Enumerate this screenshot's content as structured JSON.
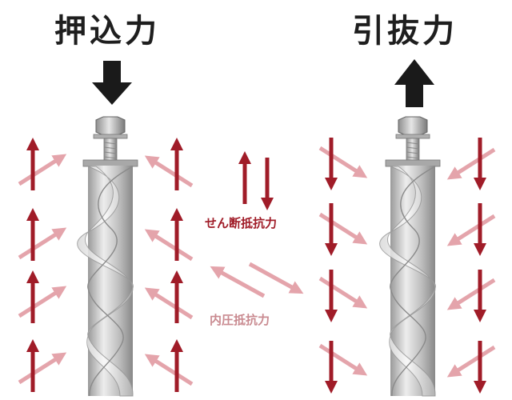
{
  "titles": {
    "push": "押込力",
    "pull": "引抜力"
  },
  "legend": {
    "shear": "せん断抵抗力",
    "inner": "内圧抵抗力"
  },
  "colors": {
    "shear_arrow": "#a01c28",
    "inner_arrow": "#e4a4ab",
    "load_arrow": "#1a1a1a"
  },
  "icons": {
    "load_push": "down-arrow-icon",
    "load_pull": "up-arrow-icon",
    "pile": "screw-pile-icon"
  }
}
